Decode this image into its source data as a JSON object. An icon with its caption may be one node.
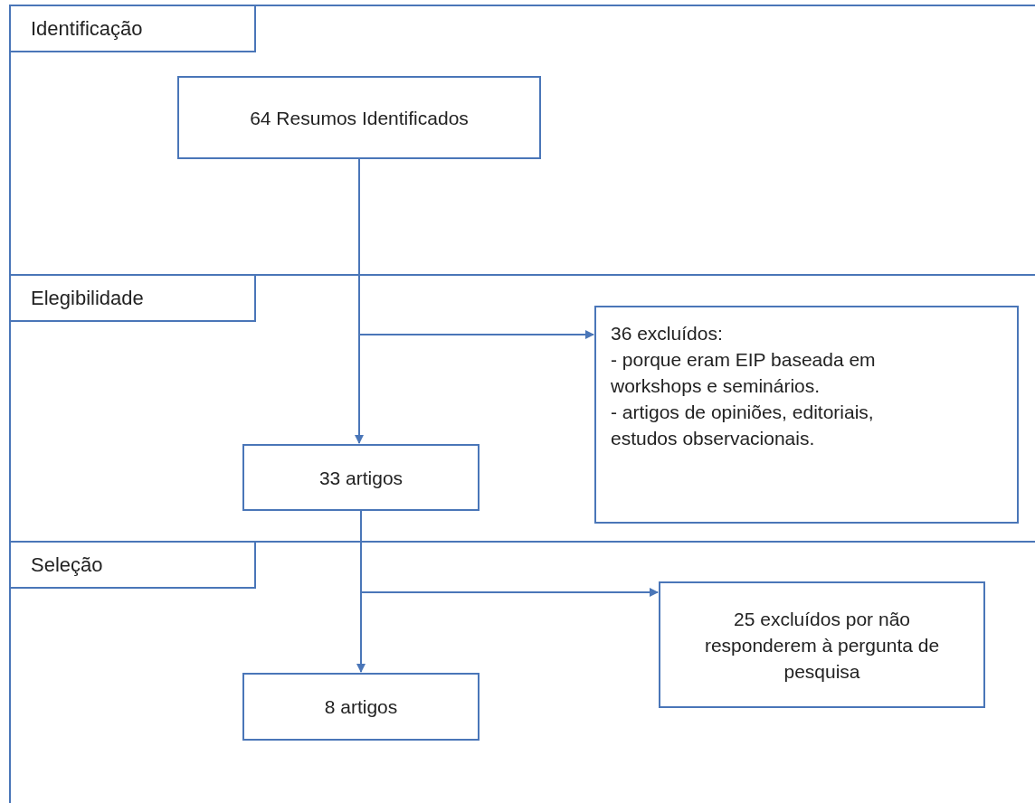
{
  "diagram": {
    "nodes": [
      {
        "text": [
          "Identificação"
        ]
      },
      {
        "text": [
          "64 Resumos Identificados"
        ],
        "in": 0
      },
      {
        "text": [
          "Elegibilidade"
        ]
      },
      {
        "text": [
          "33 artigos"
        ],
        "in": 2
      },
      {
        "text": [
          "36 excluídos:",
          "- porque eram EIP baseada em workshops e seminários.",
          "- artigos de opiniões, editoriais, estudos observacionais."
        ],
        "in": 2
      },
      {
        "text": [
          "Seleção"
        ]
      },
      {
        "text": [
          "8 artigos"
        ],
        "in": 5
      },
      {
        "text": [
          "25 excluídos por não responderem à pergunta de pesquisa"
        ],
        "in": 5
      }
    ],
    "edges": [
      {
        "from": 1,
        "to": 3,
        "arrow": "to"
      },
      {
        "from": 1,
        "to": 4,
        "arrow": "to"
      },
      {
        "from": 3,
        "to": 6,
        "arrow": "to"
      },
      {
        "from": 3,
        "to": 7,
        "arrow": "to"
      }
    ]
  }
}
